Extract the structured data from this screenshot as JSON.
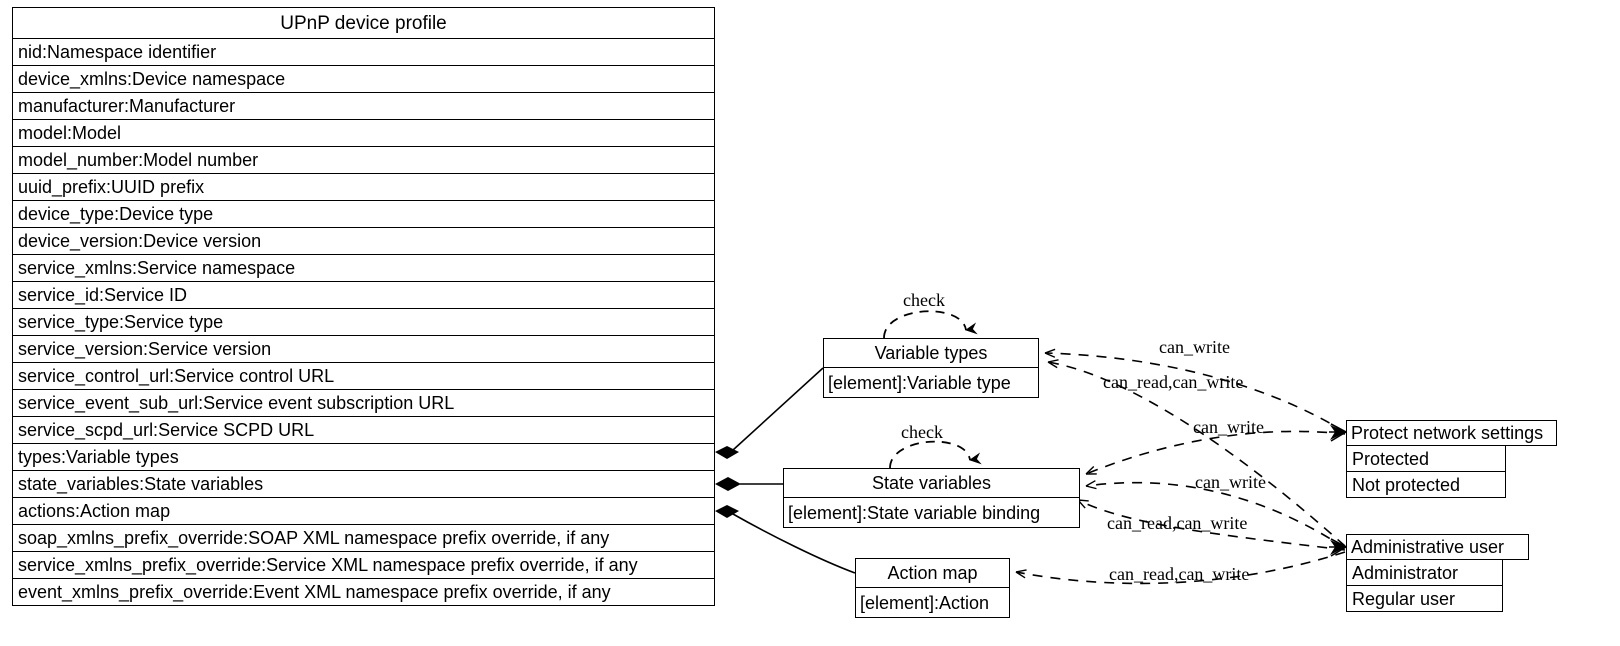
{
  "diagram": {
    "title": "UPnP device profile",
    "kind": "uml-class-diagram"
  },
  "profile_table": {
    "header": "UPnP device profile",
    "attributes": [
      "nid:Namespace identifier",
      "device_xmlns:Device namespace",
      "manufacturer:Manufacturer",
      "model:Model",
      "model_number:Model number",
      "uuid_prefix:UUID prefix",
      "device_type:Device type",
      "device_version:Device version",
      "service_xmlns:Service namespace",
      "service_id:Service ID",
      "service_type:Service type",
      "service_version:Service version",
      "service_control_url:Service control URL",
      "service_event_sub_url:Service event subscription URL",
      "service_scpd_url:Service SCPD URL",
      "types:Variable types",
      "state_variables:State variables",
      "actions:Action map",
      "soap_xmlns_prefix_override:SOAP XML namespace prefix override, if any",
      "service_xmlns_prefix_override:Service XML namespace prefix override, if any",
      "event_xmlns_prefix_override:Event XML namespace prefix override, if any"
    ]
  },
  "variable_types": {
    "header": "Variable types",
    "attributes": [
      "[element]:Variable type"
    ]
  },
  "state_variables": {
    "header": "State variables",
    "attributes": [
      "[element]:State variable binding"
    ]
  },
  "action_map": {
    "header": "Action map",
    "attributes": [
      "[element]:Action"
    ]
  },
  "protect_network_settings": {
    "header": "Protect network settings",
    "values": [
      "Protected",
      "Not protected"
    ]
  },
  "administrative_user": {
    "header": "Administrative user",
    "values": [
      "Administrator",
      "Regular user"
    ]
  },
  "edge_labels": {
    "check_variable_types": "check",
    "check_state_variables": "check",
    "vt_protect_can_write": "can_write",
    "vt_admin_can_read_write": "can_read,can_write",
    "sv_protect_can_write": "can_write",
    "sv_admin_can_write": "can_write",
    "sv_admin_can_read_write": "can_read,can_write",
    "am_admin_can_read_write": "can_read,can_write"
  },
  "colors": {
    "stroke": "#000000",
    "background": "#ffffff",
    "text": "#000000"
  }
}
